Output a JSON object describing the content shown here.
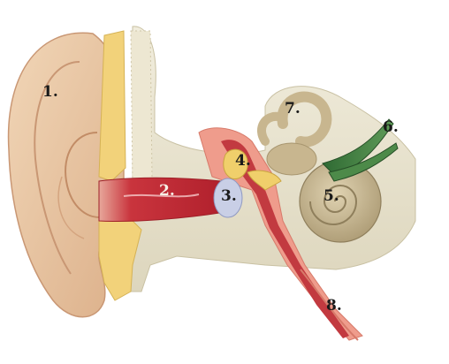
{
  "labels": {
    "outer_ear": "1.",
    "ear_canal": "2.",
    "eardrum": "3.",
    "ossicles": "4.",
    "cochlea": "5.",
    "auditory_nerve": "6.",
    "semicircular_canals": "7.",
    "eustachian_tube": "8."
  },
  "colors": {
    "skin": "#e9c9a6",
    "skin_shadow": "#d6a67f",
    "cartilage": "#f2d27a",
    "canal_red": "#c0303a",
    "tissue_pink": "#ef9c8c",
    "bone": "#e8e3cf",
    "cochlea_tan": "#c8b68f",
    "nerve_green": "#3e7a3e",
    "eardrum_blue": "#c9cfe6"
  }
}
